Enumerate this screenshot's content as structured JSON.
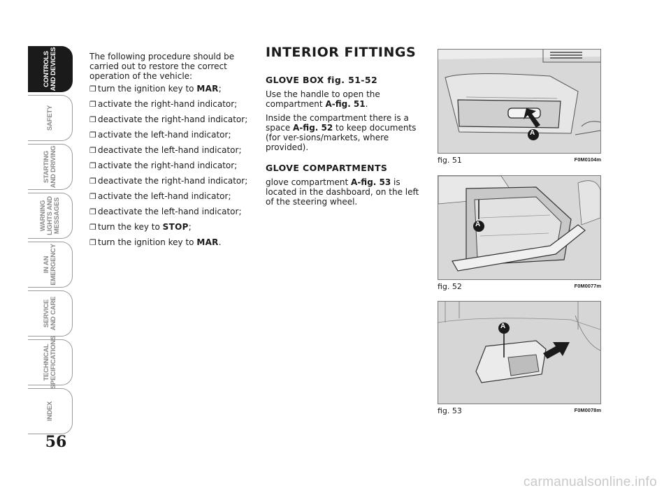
{
  "tabs": [
    {
      "label": "CONTROLS\nAND DEVICES",
      "active": true
    },
    {
      "label": "SAFETY",
      "active": false
    },
    {
      "label": "STARTING\nAND DRIVING",
      "active": false
    },
    {
      "label": "WARNING\nLIGHTS AND\nMESSAGES",
      "active": false
    },
    {
      "label": "IN AN\nEMERGENCY",
      "active": false
    },
    {
      "label": "SERVICE\nAND CARE",
      "active": false
    },
    {
      "label": "TECHNICAL\nSPECIFICATIONS",
      "active": false
    },
    {
      "label": "INDEX",
      "active": false
    }
  ],
  "page_number": "56",
  "left_column": {
    "intro": "The following procedure should be carried out to restore the correct operation of the vehicle:",
    "bullet_glyph": "❒",
    "steps": [
      {
        "text": "turn the ignition key to ",
        "keyword": "MAR",
        "suffix": ";"
      },
      {
        "text": "activate the right-hand indicator;",
        "keyword": "",
        "suffix": ""
      },
      {
        "text": "deactivate the right-hand indicator;",
        "keyword": "",
        "suffix": ""
      },
      {
        "text": "activate the left-hand indicator;",
        "keyword": "",
        "suffix": ""
      },
      {
        "text": "deactivate the left-hand indicator;",
        "keyword": "",
        "suffix": ""
      },
      {
        "text": "activate the right-hand indicator;",
        "keyword": "",
        "suffix": ""
      },
      {
        "text": "deactivate the right-hand indicator;",
        "keyword": "",
        "suffix": ""
      },
      {
        "text": "activate the left-hand indicator;",
        "keyword": "",
        "suffix": ""
      },
      {
        "text": "deactivate the left-hand indicator;",
        "keyword": "",
        "suffix": ""
      },
      {
        "text": "turn the key to ",
        "keyword": "STOP",
        "suffix": ";"
      },
      {
        "text": "turn the ignition key to ",
        "keyword": "MAR",
        "suffix": "."
      }
    ]
  },
  "section": {
    "title": "INTERIOR FITTINGS",
    "glove_box": {
      "heading": "GLOVE BOX fig. 51-52",
      "p1_text": "Use the handle to open the compartment ",
      "p1_ref": "A-fig. 51",
      "p1_end": ".",
      "p2_text": "Inside the compartment there is a space ",
      "p2_ref": "A-fig. 52",
      "p2_end": " to keep documents (for ver-sions/markets, where provided)."
    },
    "glove_compartments": {
      "heading": "GLOVE COMPARTMENTS",
      "p_text": "glove compartment ",
      "p_ref": "A-fig. 53",
      "p_end": " is located in the dashboard, on the left of the steering wheel."
    }
  },
  "figures": [
    {
      "label": "fig. 51",
      "code": "F0M0104m",
      "callout": "A"
    },
    {
      "label": "fig. 52",
      "code": "F0M0077m",
      "callout": "A"
    },
    {
      "label": "fig. 53",
      "code": "F0M0078m",
      "callout": "A"
    }
  ],
  "watermark": "carmanualsonline.info",
  "colors": {
    "tab_active": "#1a1a1a",
    "tab_border": "#9a9a9a",
    "text": "#1a1a1a",
    "watermark": "#c9c9c9"
  }
}
